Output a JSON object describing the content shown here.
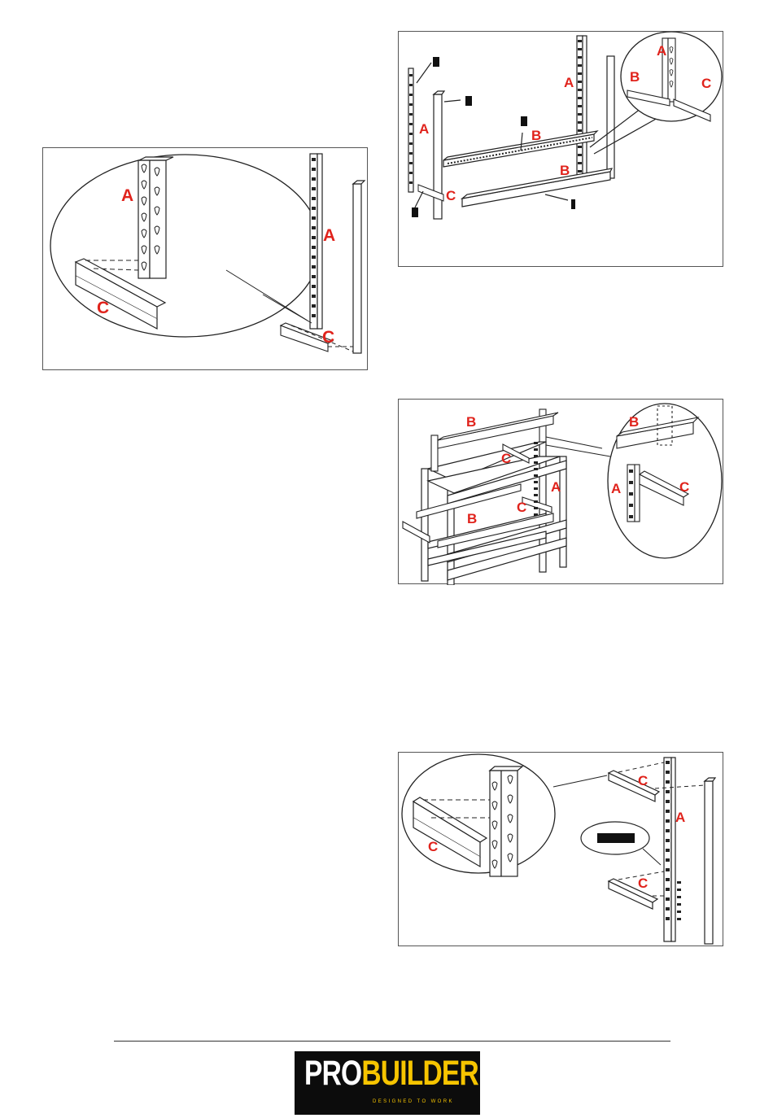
{
  "figures": {
    "fig1": {
      "labels": {
        "zoom_a": "A",
        "zoom_c": "C",
        "frame_a": "A",
        "frame_c": "C"
      }
    },
    "fig2": {
      "labels": {
        "zoom_a": "A",
        "zoom_b": "B",
        "zoom_c": "C",
        "upright_a_right": "A",
        "upright_a_left": "A",
        "beam_b_top": "B",
        "beam_b_bottom": "B",
        "beam_c_left": "C"
      }
    },
    "fig3": {
      "labels": {
        "zoom_b": "B",
        "zoom_a": "A",
        "zoom_c": "C",
        "beam_b_top": "B",
        "beam_c_top": "C",
        "upright_a": "A",
        "beam_c_mid": "C",
        "beam_b_mid": "B"
      }
    },
    "fig4": {
      "labels": {
        "zoom_c": "C",
        "beam_c_top": "C",
        "upright_a": "A",
        "beam_c_bottom": "C"
      }
    }
  },
  "logo": {
    "pro": "PRO",
    "builder": "BUILDER",
    "tagline": "DESIGNED TO WORK"
  }
}
